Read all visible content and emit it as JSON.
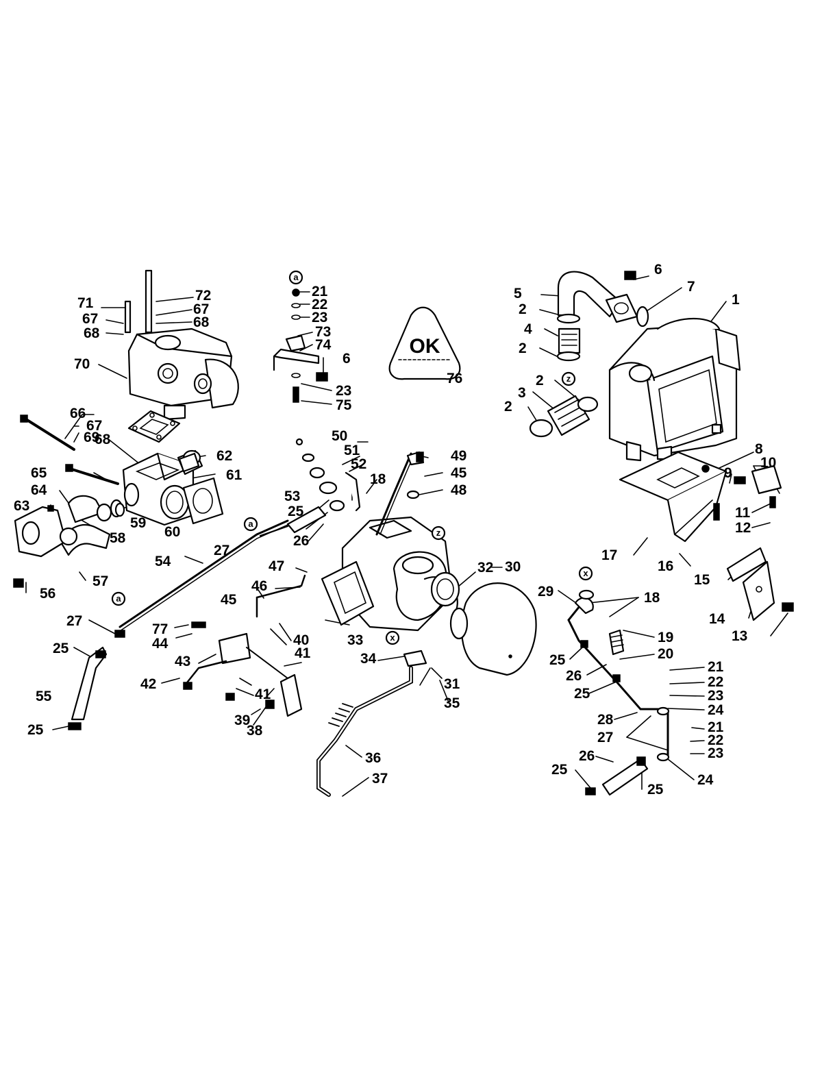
{
  "logo_text": "OK",
  "ref_marks": [
    "a",
    "z",
    "x"
  ],
  "callouts": [
    "1",
    "2",
    "3",
    "4",
    "5",
    "6",
    "7",
    "8",
    "9",
    "10",
    "11",
    "12",
    "13",
    "14",
    "15",
    "16",
    "17",
    "18",
    "19",
    "20",
    "21",
    "22",
    "23",
    "24",
    "25",
    "26",
    "27",
    "28",
    "29",
    "30",
    "31",
    "32",
    "33",
    "34",
    "35",
    "36",
    "37",
    "38",
    "39",
    "40",
    "41",
    "42",
    "43",
    "44",
    "45",
    "46",
    "47",
    "48",
    "49",
    "50",
    "51",
    "52",
    "53",
    "54",
    "55",
    "56",
    "57",
    "58",
    "59",
    "60",
    "61",
    "62",
    "63",
    "64",
    "65",
    "66",
    "67",
    "68",
    "69",
    "70",
    "71",
    "72",
    "73",
    "74",
    "75",
    "76",
    "77"
  ]
}
